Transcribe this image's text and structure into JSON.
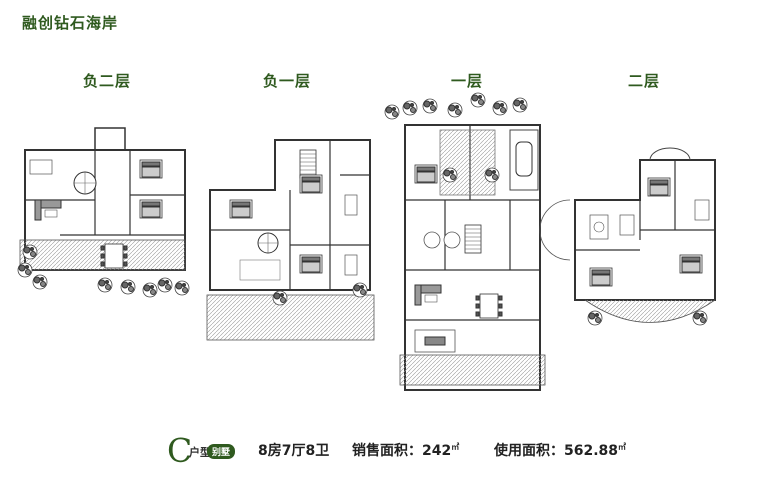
{
  "title": "融创钻石海岸",
  "floors": [
    "负二层",
    "负一层",
    "一层",
    "二层"
  ],
  "unit": {
    "letter": "C",
    "type_suffix": "户型",
    "badge": "别墅",
    "layout": "8房7厅8卫",
    "sales_area_label": "销售面积：242",
    "sales_area_unit": "㎡",
    "usable_area_label": "使用面积：562.88",
    "usable_area_unit": "㎡"
  },
  "colors": {
    "accent": "#2f5a1f",
    "wall": "#333333"
  }
}
